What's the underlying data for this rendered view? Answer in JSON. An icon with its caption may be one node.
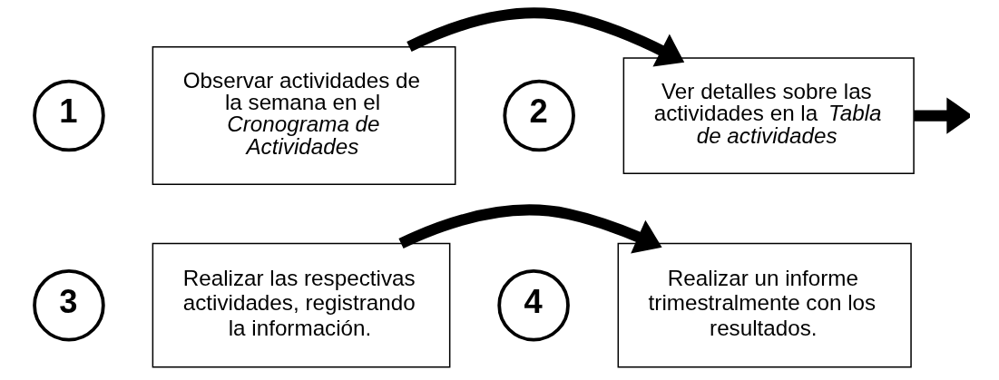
{
  "diagram": {
    "nodes": [
      {
        "text": [
          "1"
        ]
      },
      {
        "text": [
          "Observar actividades de la semana en el *Cronograma de Actividades*"
        ]
      },
      {
        "text": [
          "2"
        ]
      },
      {
        "text": [
          "Ver detalles sobre las actividades en la *Tabla de actividades*"
        ]
      },
      {
        "text": [
          "3"
        ]
      },
      {
        "text": [
          "Realizar las respectivas actividades, registrando la información."
        ]
      },
      {
        "text": [
          "4"
        ]
      },
      {
        "text": [
          "Realizar un informe trimestralmente con los resultados."
        ]
      }
    ],
    "edges": [
      {
        "from": 1,
        "to": 3,
        "arrow": "to"
      },
      {
        "from": 3,
        "to": null,
        "arrow": "to"
      },
      {
        "from": 5,
        "to": 7,
        "arrow": "to"
      }
    ]
  }
}
